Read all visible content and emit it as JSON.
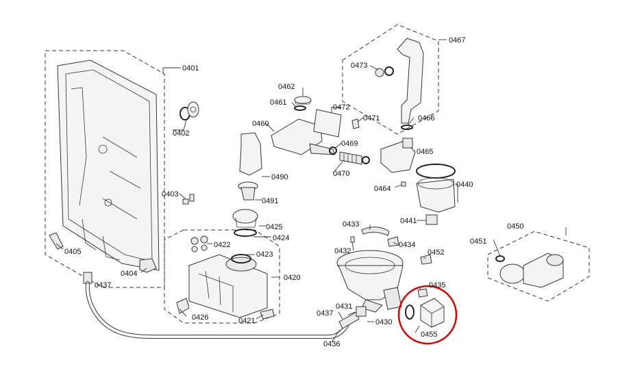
{
  "labels": {
    "l0401": "0401",
    "l0402": "0402",
    "l0403": "0403",
    "l0404": "0404",
    "l0405": "0405",
    "l0420": "0420",
    "l0421": "0421",
    "l0422": "0422",
    "l0423": "0423",
    "l0424": "0424",
    "l0425": "0425",
    "l0426": "0426",
    "l0430": "0430",
    "l0431": "0431",
    "l0432": "0432",
    "l0433": "0433",
    "l0434": "0434",
    "l0435": "0435",
    "l0436": "0436",
    "l0437a": "0437",
    "l0437b": "0437",
    "l0440": "0440",
    "l0441": "0441",
    "l0450": "0450",
    "l0451": "0451",
    "l0452": "0452",
    "l0455": "0455",
    "l0460": "0460",
    "l0461": "0461",
    "l0462": "0462",
    "l0464": "0464",
    "l0465": "0465",
    "l0466": "0466",
    "l0467": "0467",
    "l0469": "0469",
    "l0470": "0470",
    "l0471": "0471",
    "l0472": "0472",
    "l0473": "0473",
    "l0490": "0490",
    "l0491": "0491"
  },
  "highlight": {
    "color": "#e00000",
    "part": "0455"
  }
}
